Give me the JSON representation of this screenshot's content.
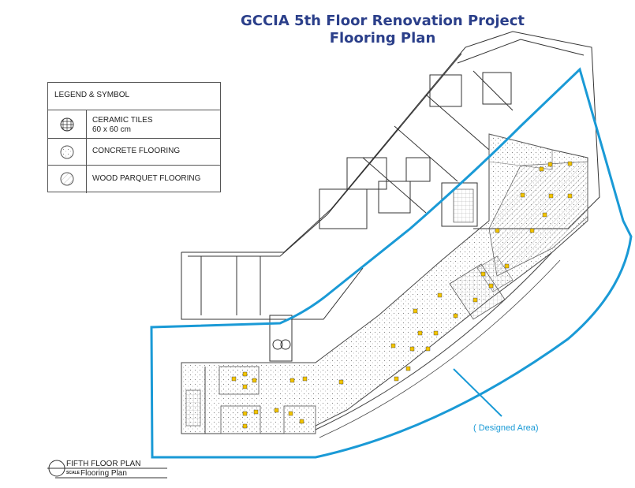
{
  "title": {
    "line1": "GCCIA 5th Floor Renovation Project",
    "line2": "Flooring Plan"
  },
  "legend": {
    "heading": "LEGEND & SYMBOL",
    "items": [
      {
        "label": "CERAMIC TILES",
        "sub": "60 x 60 cm",
        "symbol": "grid-circle-icon"
      },
      {
        "label": "CONCRETE FLOORING",
        "sub": "",
        "symbol": "dotted-circle-icon"
      },
      {
        "label": "WOOD PARQUET FLOORING",
        "sub": "",
        "symbol": "hatched-circle-icon"
      }
    ]
  },
  "annotation": {
    "designed_area": "( Designed Area)"
  },
  "caption": {
    "plan_name": "FIFTH FLOOR PLAN",
    "scale_word": "SCALE",
    "plan_type": "Flooring Plan"
  },
  "colors": {
    "title": "#2b3f8a",
    "outline": "#1a9ad6",
    "marker": "#f2c400",
    "line": "#333333"
  }
}
